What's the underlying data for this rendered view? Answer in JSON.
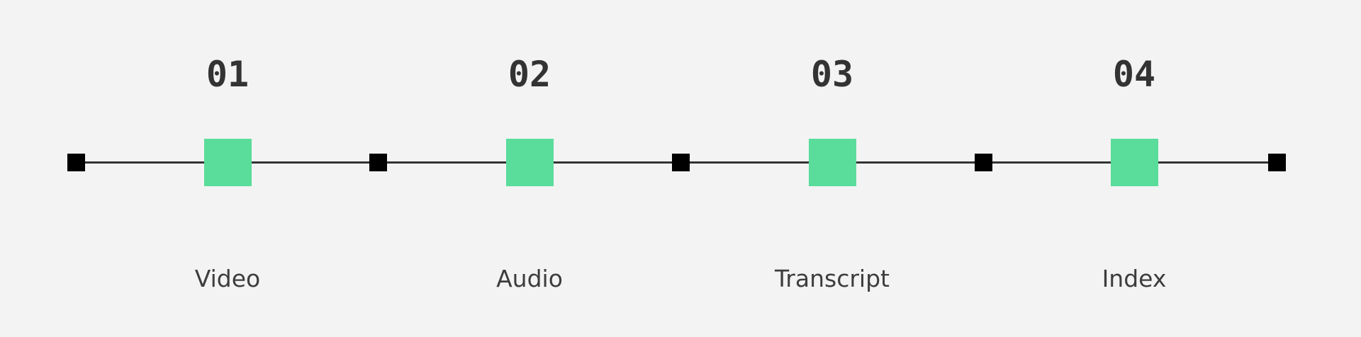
{
  "steps": [
    {
      "number": "01",
      "label": "Video"
    },
    {
      "number": "02",
      "label": "Audio"
    },
    {
      "number": "03",
      "label": "Transcript"
    },
    {
      "number": "04",
      "label": "Index"
    }
  ],
  "colors": {
    "background": "#f3f3f3",
    "line": "#333333",
    "tick": "#000000",
    "marker": "#5adc9b",
    "text": "#333333"
  }
}
